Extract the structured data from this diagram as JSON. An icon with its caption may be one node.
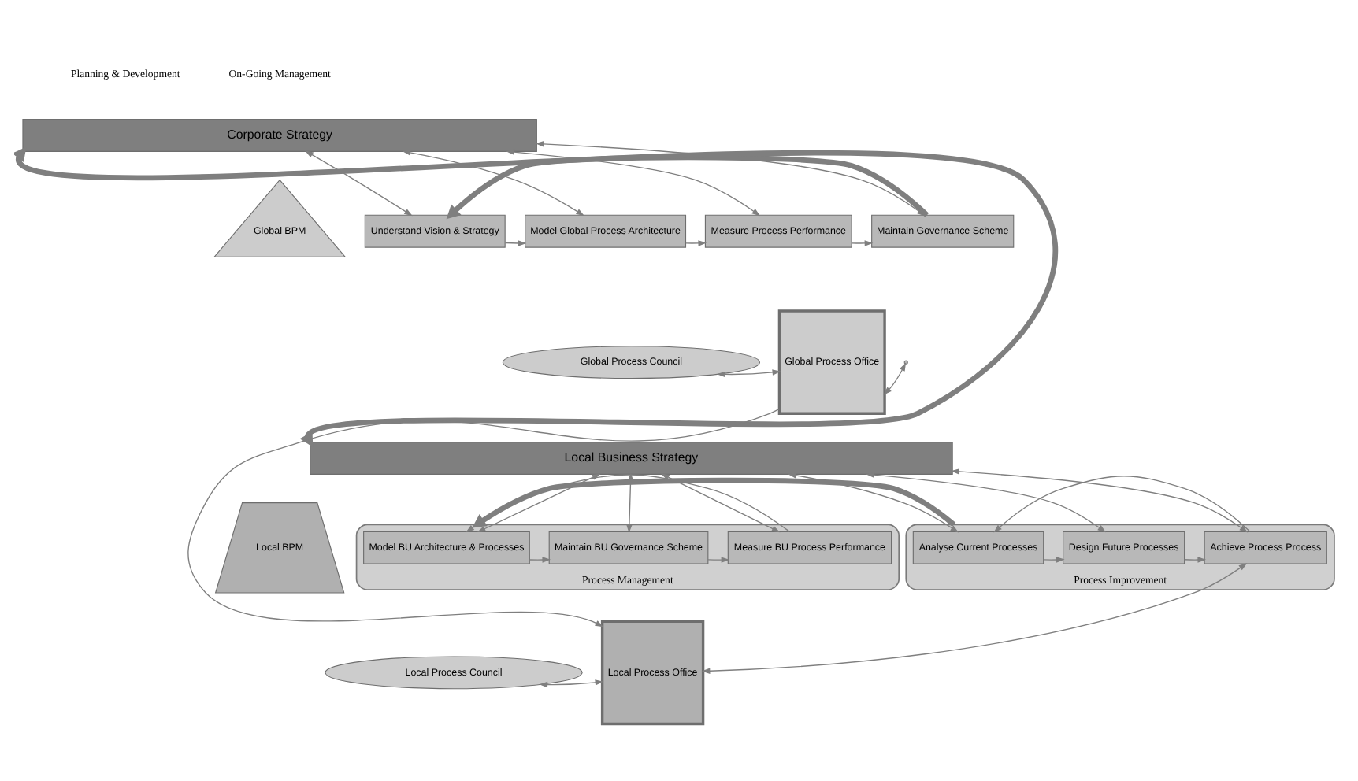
{
  "diagram": {
    "nodes": [
      {
        "text": [
          "Global BPM"
        ]
      },
      {
        "text": [
          "Local BPM"
        ]
      },
      {
        "text": [
          "Corporate Strategy"
        ]
      },
      {
        "text": [
          "Understand Vision & Strategy"
        ]
      },
      {
        "text": [
          "Model Global Process Architecture"
        ]
      },
      {
        "text": [
          "Measure Process Performance"
        ]
      },
      {
        "text": [
          "Maintain Governance Scheme"
        ]
      },
      {
        "text": [
          "Global Process Council"
        ]
      },
      {
        "text": [
          "Local Business Strategy"
        ]
      },
      {
        "text": [
          "Process Management"
        ]
      },
      {
        "text": [
          "Model BU Architecture & Processes"
        ],
        "in": 9
      },
      {
        "text": [
          "Maintain BU Governance Scheme"
        ],
        "in": 9
      },
      {
        "text": [
          "Measure BU Process Performance"
        ],
        "in": 9
      },
      {
        "text": [
          "Process Improvement"
        ]
      },
      {
        "text": [
          "Analyse Current Processes"
        ],
        "in": 13
      },
      {
        "text": [
          "Design Future Processes"
        ],
        "in": 13
      },
      {
        "text": [
          "Achieve Process Process"
        ],
        "in": 13
      },
      {
        "text": [
          "Local Process Council"
        ]
      },
      {
        "text": [
          "Global Process Office"
        ]
      },
      {
        "text": [
          "Local Process Office"
        ]
      }
    ],
    "edges": [
      {
        "from": 2,
        "to": 3,
        "arrow": "both"
      },
      {
        "from": 2,
        "to": 4,
        "arrow": "both"
      },
      {
        "from": 2,
        "to": 5,
        "arrow": "both"
      },
      {
        "from": 2,
        "to": 6,
        "arrow": "both"
      },
      {
        "from": 3,
        "to": 4,
        "arrow": "to"
      },
      {
        "from": 4,
        "to": 5,
        "arrow": "to"
      },
      {
        "from": 5,
        "to": 6,
        "arrow": "to"
      },
      {
        "from": 6,
        "to": 3,
        "arrow": "to",
        "style": "thick"
      },
      {
        "from": 8,
        "to": 2,
        "arrow": "both",
        "style": "thick"
      },
      {
        "from": 8,
        "to": 10,
        "arrow": "both"
      },
      {
        "from": 8,
        "to": 11,
        "arrow": "both"
      },
      {
        "from": 8,
        "to": 12,
        "arrow": "both"
      },
      {
        "from": 8,
        "to": 14,
        "arrow": "both"
      },
      {
        "from": 8,
        "to": 15,
        "arrow": "both"
      },
      {
        "from": 8,
        "to": 16,
        "arrow": "both"
      },
      {
        "from": 10,
        "to": 11,
        "arrow": "to"
      },
      {
        "from": 11,
        "to": 12,
        "arrow": "to"
      },
      {
        "from": 12,
        "to": 10,
        "arrow": "to"
      },
      {
        "from": 14,
        "to": 15,
        "arrow": "to"
      },
      {
        "from": 15,
        "to": 16,
        "arrow": "to"
      },
      {
        "from": 16,
        "to": 14,
        "arrow": "to"
      },
      {
        "from": 13,
        "to": 9,
        "arrow": "to",
        "style": "thick"
      },
      {
        "from": null,
        "to": 18,
        "arrow": "both"
      },
      {
        "from": 7,
        "to": 18,
        "arrow": "both"
      },
      {
        "from": 18,
        "to": 19,
        "arrow": "to"
      },
      {
        "from": 16,
        "to": 19,
        "arrow": "both"
      },
      {
        "from": 17,
        "to": 19,
        "arrow": "both"
      }
    ],
    "labels": [
      "Planning & Development",
      "On-Going Management"
    ]
  }
}
